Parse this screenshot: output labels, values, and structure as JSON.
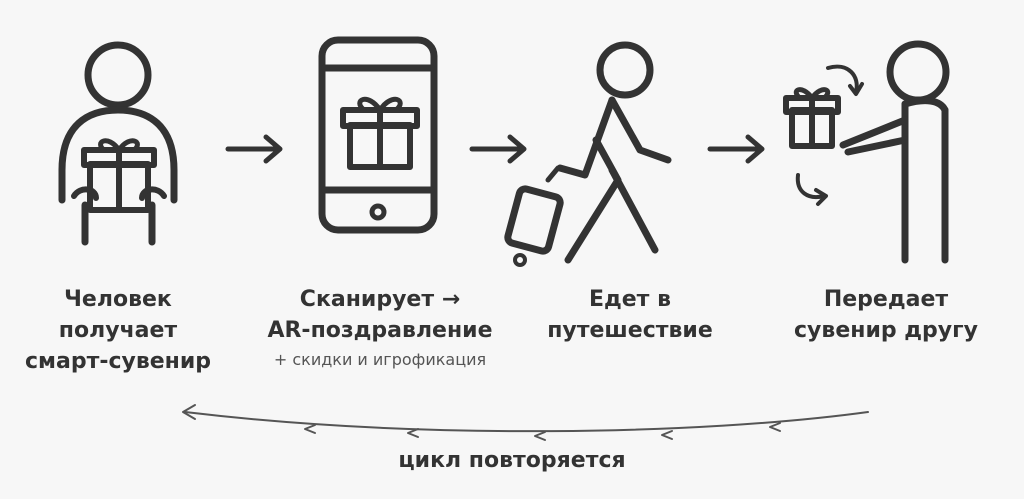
{
  "steps": [
    {
      "icon": "person-holding-gift-icon",
      "lines": [
        "Человек",
        "получает",
        "смарт-сувенир"
      ]
    },
    {
      "icon": "smartphone-gift-icon",
      "lines": [
        "Сканирует →",
        "AR-поздравление"
      ],
      "note": "+ скидки и игрофикация"
    },
    {
      "icon": "traveler-with-suitcase-icon",
      "lines": [
        "Едет в",
        "путешествие"
      ]
    },
    {
      "icon": "person-giving-gift-icon",
      "lines": [
        "Передает",
        "сувенир другу"
      ]
    }
  ],
  "cycle_label": "цикл повторяется",
  "colors": {
    "stroke": "#333333",
    "background": "#f7f7f7",
    "text": "#333333"
  }
}
